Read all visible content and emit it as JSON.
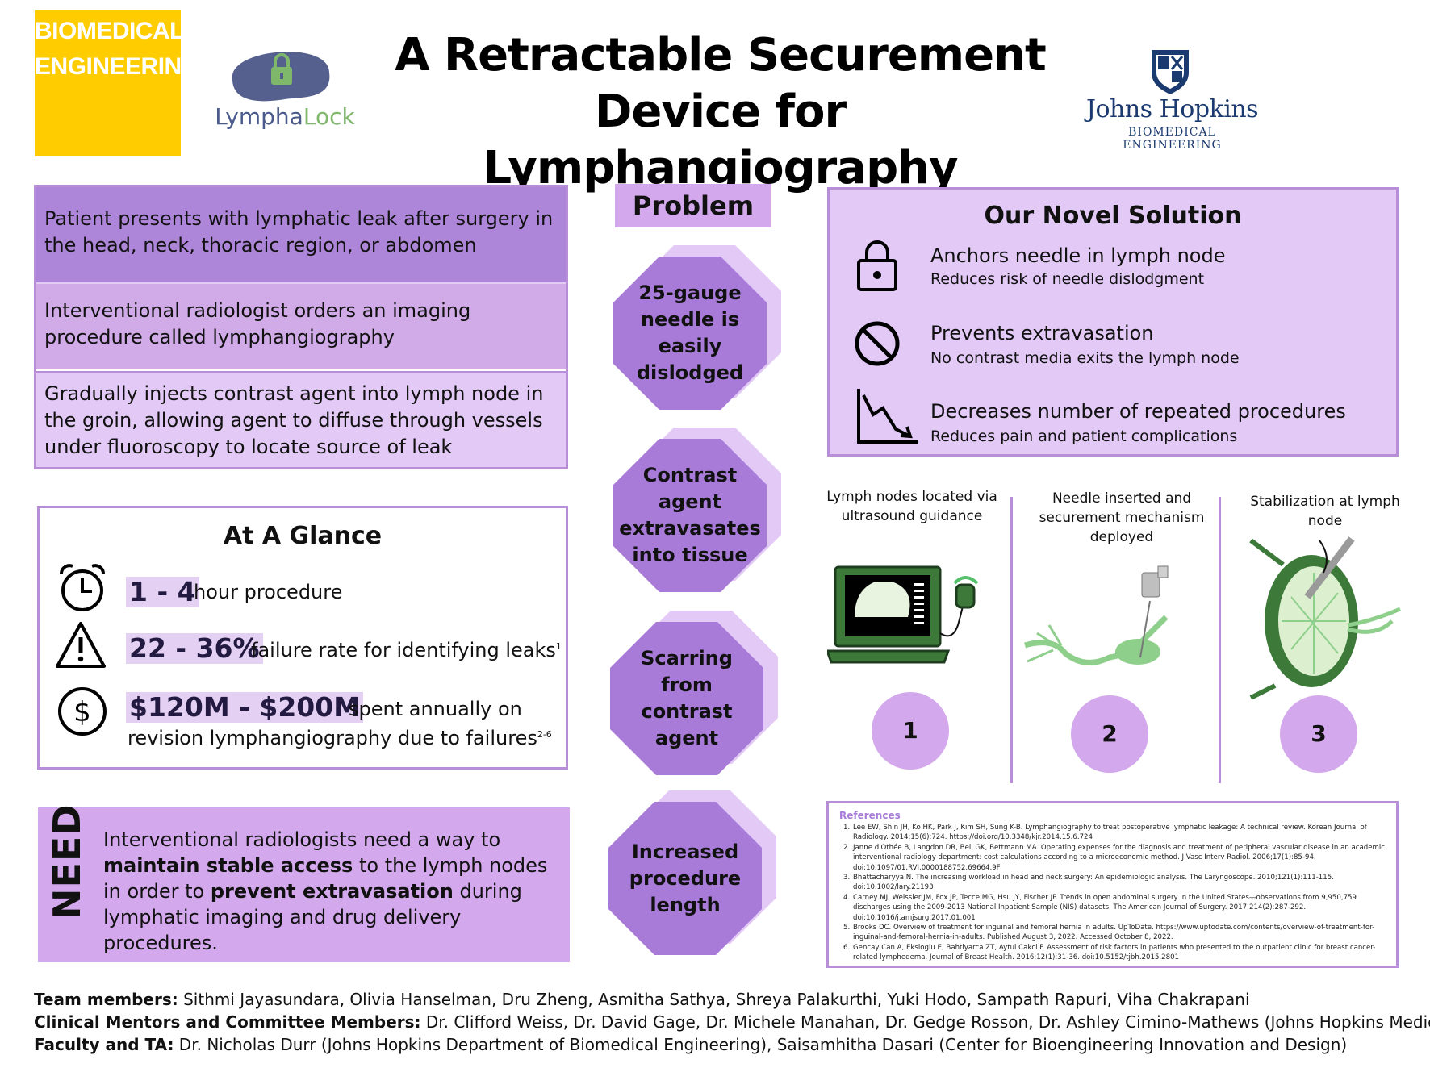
{
  "header": {
    "bme_logo_text": [
      "BIOMEDICAL",
      "ENGINEERING"
    ],
    "lymphalock_part1": "Lympha",
    "lymphalock_part2": "Lock",
    "title_line1": "A Retractable Securement",
    "title_line2": "Device for Lymphangiography",
    "jhu_name": "Johns Hopkins",
    "jhu_sub": "BIOMEDICAL ENGINEERING"
  },
  "process": [
    "Patient presents with lymphatic leak after surgery in the head, neck, thoracic region, or abdomen",
    "Interventional radiologist orders an imaging procedure called lymphangiography",
    "Gradually injects contrast agent into lymph node in the groin, allowing agent to diffuse through vessels under fluoroscopy to locate source of leak"
  ],
  "glance": {
    "title": "At A Glance",
    "items": [
      {
        "icon": "alarm-clock-icon",
        "big": "1 - 4",
        "text": "hour procedure"
      },
      {
        "icon": "warning-icon",
        "big": "22 - 36%",
        "text": "failure rate for identifying leaks",
        "sup": "1"
      },
      {
        "icon": "dollar-icon",
        "big": "$120M - $200M",
        "text": "spent annually on",
        "text2": "revision lymphangiography due to failures",
        "sup": "2-6"
      }
    ]
  },
  "need": {
    "label": "NEED",
    "t1": "Interventional radiologists need a way to ",
    "b1": "maintain stable access",
    "t2": " to the lymph nodes in order to ",
    "b2": "prevent extravasation",
    "t3": " during lymphatic imaging and drug delivery procedures."
  },
  "problem": {
    "header": "Problem",
    "items": [
      "25-gauge needle is easily dislodged",
      "Contrast agent extravasates into tissue",
      "Scarring from contrast agent",
      "Increased procedure length"
    ]
  },
  "solution": {
    "title": "Our Novel Solution",
    "items": [
      {
        "icon": "lock-icon",
        "main": "Anchors needle in lymph node",
        "sub": "Reduces risk of needle dislodgment"
      },
      {
        "icon": "prohibited-icon",
        "main": "Prevents extravasation",
        "sub": "No contrast media exits the lymph node"
      },
      {
        "icon": "decreasing-chart-icon",
        "main": "Decreases number of repeated procedures",
        "sub": "Reduces pain and patient complications"
      }
    ]
  },
  "steps": [
    {
      "caption": "Lymph nodes located via ultrasound guidance",
      "num": "1"
    },
    {
      "caption": "Needle inserted and securement mechanism deployed",
      "num": "2"
    },
    {
      "caption": "Stabilization at lymph node",
      "num": "3"
    }
  ],
  "references": {
    "title": "References",
    "items": [
      "Lee EW, Shin JH, Ko HK, Park J, Kim SH, Sung K-B. Lymphangiography to treat postoperative lymphatic leakage: A technical review. Korean Journal of Radiology. 2014;15(6):724. https://doi.org/10.3348/kjr.2014.15.6.724",
      "Janne d'Othée B, Langdon DR, Bell GK, Bettmann MA. Operating expenses for the diagnosis and treatment of peripheral vascular disease in an academic interventional radiology department: cost calculations according to a microeconomic method. J Vasc Interv Radiol. 2006;17(1):85-94. doi:10.1097/01.RVI.0000188752.69664.9F",
      "Bhattacharyya N. The increasing workload in head and neck surgery: An epidemiologic analysis. The Laryngoscope. 2010;121(1):111-115. doi:10.1002/lary.21193",
      "Carney MJ, Weissler JM, Fox JP, Tecce MG, Hsu JY, Fischer JP. Trends in open abdominal surgery in the United States—observations from 9,950,759 discharges using the 2009-2013 National Inpatient Sample (NIS) datasets. The American Journal of Surgery. 2017;214(2):287-292. doi:10.1016/j.amjsurg.2017.01.001",
      "Brooks DC. Overview of treatment for inguinal and femoral hernia in adults. UpToDate. https://www.uptodate.com/contents/overview-of-treatment-for-inguinal-and-femoral-hernia-in-adults. Published August 3, 2022. Accessed October 8, 2022.",
      "Gencay Can A, Eksioglu E, Bahtiyarca ZT, Aytul Cakci F. Assessment of risk factors in patients who presented to the outpatient clinic for breast cancer-related lymphedema. Journal of Breast Health. 2016;12(1):31-36. doi:10.5152/tjbh.2015.2801"
    ]
  },
  "footer": {
    "team_label": "Team members:",
    "team": " Sithmi Jayasundara, Olivia Hanselman, Dru Zheng, Asmitha Sathya, Shreya Palakurthi, Yuki Hodo, Sampath Rapuri, Viha Chakrapani",
    "mentors_label": "Clinical Mentors and Committee Members:",
    "mentors": " Dr. Clifford Weiss, Dr. David Gage, Dr. Michele Manahan, Dr. Gedge Rosson, Dr. Ashley Cimino-Mathews (Johns Hopkins Medicine)",
    "faculty_label": "Faculty and TA:",
    "faculty": " Dr. Nicholas Durr (Johns Hopkins Department of Biomedical Engineering), Saisamhitha Dasari (Center for Bioengineering Innovation and Design)"
  },
  "colors": {
    "yellow": "#FFCC00",
    "purple_dark": "#A87BD9",
    "purple_mid": "#D3A8EC",
    "purple_light": "#E3C9F6",
    "jhu_blue": "#1a3a70",
    "lymph_green": "#7FB86A"
  }
}
